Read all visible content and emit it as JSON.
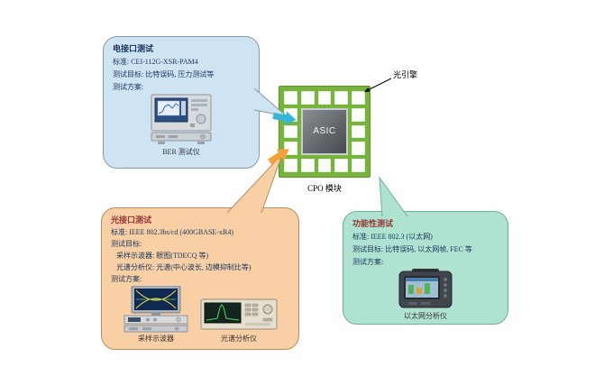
{
  "module": {
    "asic_label": "ASIC",
    "module_label": "CPO 模块",
    "engine_label": "光引擎",
    "board_color": "#76b43b",
    "asic_color": "#5a5e63"
  },
  "arrows": {
    "electrical_arrow_color": "#35b6d9",
    "optical_arrow_color": "#f4a13c"
  },
  "bubbles": {
    "electrical": {
      "title": "电接口测试",
      "bg_color": "#cfe4f3",
      "lines": [
        "标准: CEI-112G-XSR-PAM4",
        "测试目标: 比特误码, 压力测试等",
        "测试方案:"
      ],
      "caption": "BER 测试仪"
    },
    "optical": {
      "title": "光接口测试",
      "bg_color": "#f9cfa5",
      "lines": [
        "标准: IEEE 802.3bs/cd (400GBASE-xR4)",
        "测试目标:",
        "采样示波器: 眼图(TDECQ 等)",
        "光谱分析仪: 光谱(中心波长, 边模抑制比等)",
        "测试方案:"
      ],
      "captions": [
        "采样示波器",
        "光谱分析仪"
      ]
    },
    "functional": {
      "title": "功能性测试",
      "bg_color": "#b0e2d2",
      "lines": [
        "标准: IEEE 802.3 (以太网)",
        "测试目标: 比特误码, 以太网帧, FEC 等",
        "测试方案:"
      ],
      "caption": "以太网分析仪"
    }
  }
}
